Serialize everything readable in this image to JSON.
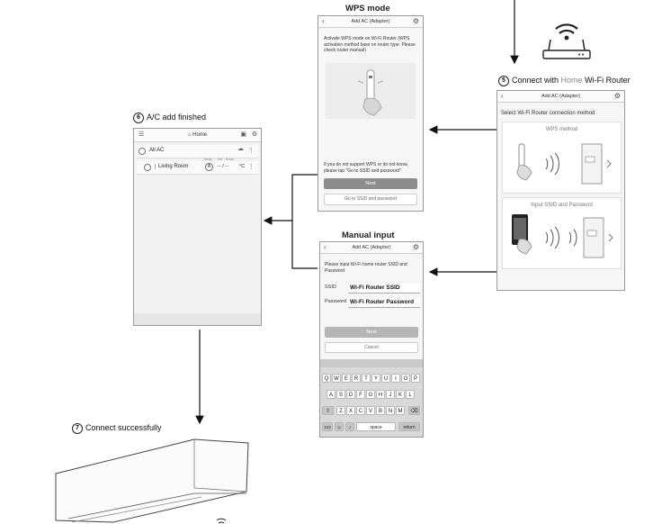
{
  "wps": {
    "title": "WPS mode",
    "screen_title": "Add AC (Adapter)",
    "instructions": "Activate WPS mode on Wi-Fi Router (WPS activation method base on router type. Please check router manual)",
    "note": "If you do not support WPS or do not know, please tap \"Go to SSID and password\"",
    "next_button": "Next",
    "go_ssid_button": "Go to SSID and password"
  },
  "manual": {
    "title": "Manual input",
    "screen_title": "Add AC (Adapter)",
    "instructions": "Please input Wi-Fi home router SSID and Password",
    "ssid_label": "SSID",
    "ssid_value": "Wi-Fi Router SSID",
    "password_label": "Password",
    "password_value": "Wi-Fi Router Password",
    "next_button": "Next",
    "cancel_button": "Cancel",
    "keyboard_row1": [
      "Q",
      "W",
      "E",
      "R",
      "T",
      "Y",
      "U",
      "I",
      "O",
      "P"
    ],
    "keyboard_row2": [
      "A",
      "S",
      "D",
      "F",
      "G",
      "H",
      "J",
      "K",
      "L"
    ],
    "keyboard_row3": [
      "Z",
      "X",
      "C",
      "V",
      "B",
      "N",
      "M"
    ],
    "key_123": "123",
    "key_space": "space",
    "key_return": "return"
  },
  "step5": {
    "number": "5",
    "title_prefix": "Connect with",
    "title_home": "Home",
    "title_suffix": "Wi-Fi Router",
    "screen_title": "Add AC (Adapter)",
    "subtitle": "Select Wi-Fi Router connection method",
    "option1": "WPS method",
    "option2": "Input SSID and Password"
  },
  "step6": {
    "number": "6",
    "title": "A/C add finished",
    "home_label": "Home",
    "group_label": "All AC",
    "device_label": "Living Room",
    "mode_header": "Mode",
    "set_header": "Set",
    "temp_header": "Room",
    "mode_value": "A",
    "set_value": "-- / --",
    "temp_value": "°C"
  },
  "step7": {
    "number": "7",
    "title": "Connect successfully"
  }
}
